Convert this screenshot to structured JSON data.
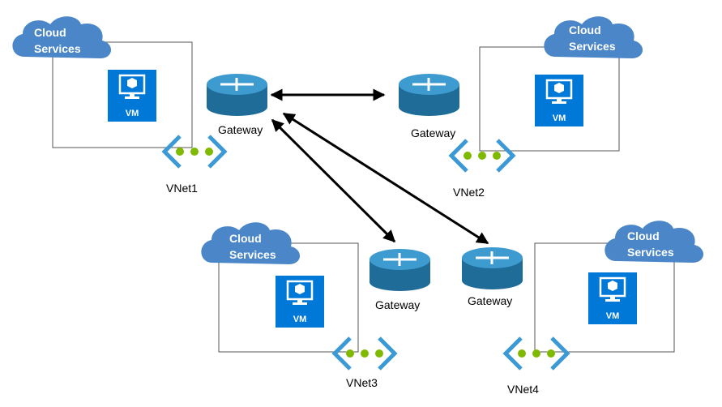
{
  "colors": {
    "cloud": "#4A86C8",
    "vm_tile": "#0078D7",
    "gateway": "#2D7FAE",
    "chevron": "#3B9AD6",
    "dot": "#7FBA00",
    "box_border": "#555555",
    "arrow": "#000000"
  },
  "icons": {
    "cloud": "cloud-icon",
    "vm": "vm-monitor-icon",
    "gateway": "router-icon",
    "vnet": "vnet-chevron-dots-icon"
  },
  "vnets": [
    {
      "name": "VNet1",
      "cloud_line1": "Cloud",
      "cloud_line2": "Services",
      "vm_label": "VM",
      "gateway_label": "Gateway"
    },
    {
      "name": "VNet2",
      "cloud_line1": "Cloud",
      "cloud_line2": "Services",
      "vm_label": "VM",
      "gateway_label": "Gateway"
    },
    {
      "name": "VNet3",
      "cloud_line1": "Cloud",
      "cloud_line2": "Services",
      "vm_label": "VM",
      "gateway_label": "Gateway"
    },
    {
      "name": "VNet4",
      "cloud_line1": "Cloud",
      "cloud_line2": "Services",
      "vm_label": "VM",
      "gateway_label": "Gateway"
    }
  ],
  "connections": [
    {
      "from": "VNet1",
      "to": "VNet2"
    },
    {
      "from": "VNet1",
      "to": "VNet3"
    },
    {
      "from": "VNet1",
      "to": "VNet4"
    }
  ]
}
